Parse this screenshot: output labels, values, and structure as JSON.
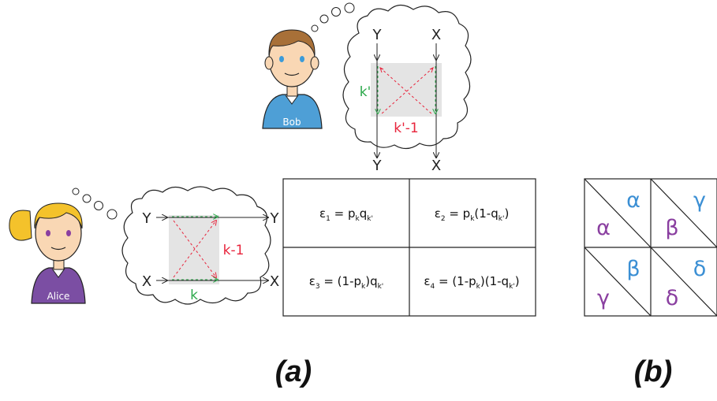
{
  "bob": {
    "name": "Bob",
    "labels": {
      "top_left": "Y",
      "top_right": "X",
      "bottom_left": "Y",
      "bottom_right": "X",
      "side": "k'",
      "bottom": "k'-1"
    }
  },
  "alice": {
    "name": "Alice",
    "labels": {
      "left_top": "Y",
      "left_bottom": "X",
      "right_top": "Y",
      "right_bottom": "X",
      "bottom": "k",
      "side": "k-1"
    }
  },
  "table": {
    "cells": [
      [
        "ε",
        "1",
        " = p",
        "k",
        "q",
        "k'",
        ""
      ],
      [
        "ε",
        "2",
        " = p",
        "k",
        "(1-q",
        "k'",
        ")"
      ],
      [
        "ε",
        "3",
        " = (1-p",
        "k",
        ")q",
        "k'",
        ""
      ],
      [
        "ε",
        "4",
        " = (1-p",
        "k",
        ")(1-q",
        "k'",
        ")"
      ]
    ]
  },
  "grid_b": {
    "cells": [
      {
        "upper": "α",
        "lower": "α"
      },
      {
        "upper": "γ",
        "lower": "β"
      },
      {
        "upper": "β",
        "lower": "γ"
      },
      {
        "upper": "δ",
        "lower": "δ"
      }
    ]
  },
  "captions": {
    "a": "(a)",
    "b": "(b)"
  },
  "colors": {
    "red": "#e8243c",
    "green": "#2ba84a",
    "blue_greek": "#3b8fd4",
    "purple_greek": "#8a3fa0",
    "gray_box": "#e4e4e4",
    "bob_shirt": "#4e9fd6",
    "alice_shirt": "#7b4ea3",
    "alice_hair": "#f4c22b",
    "bob_hair": "#a87038"
  }
}
